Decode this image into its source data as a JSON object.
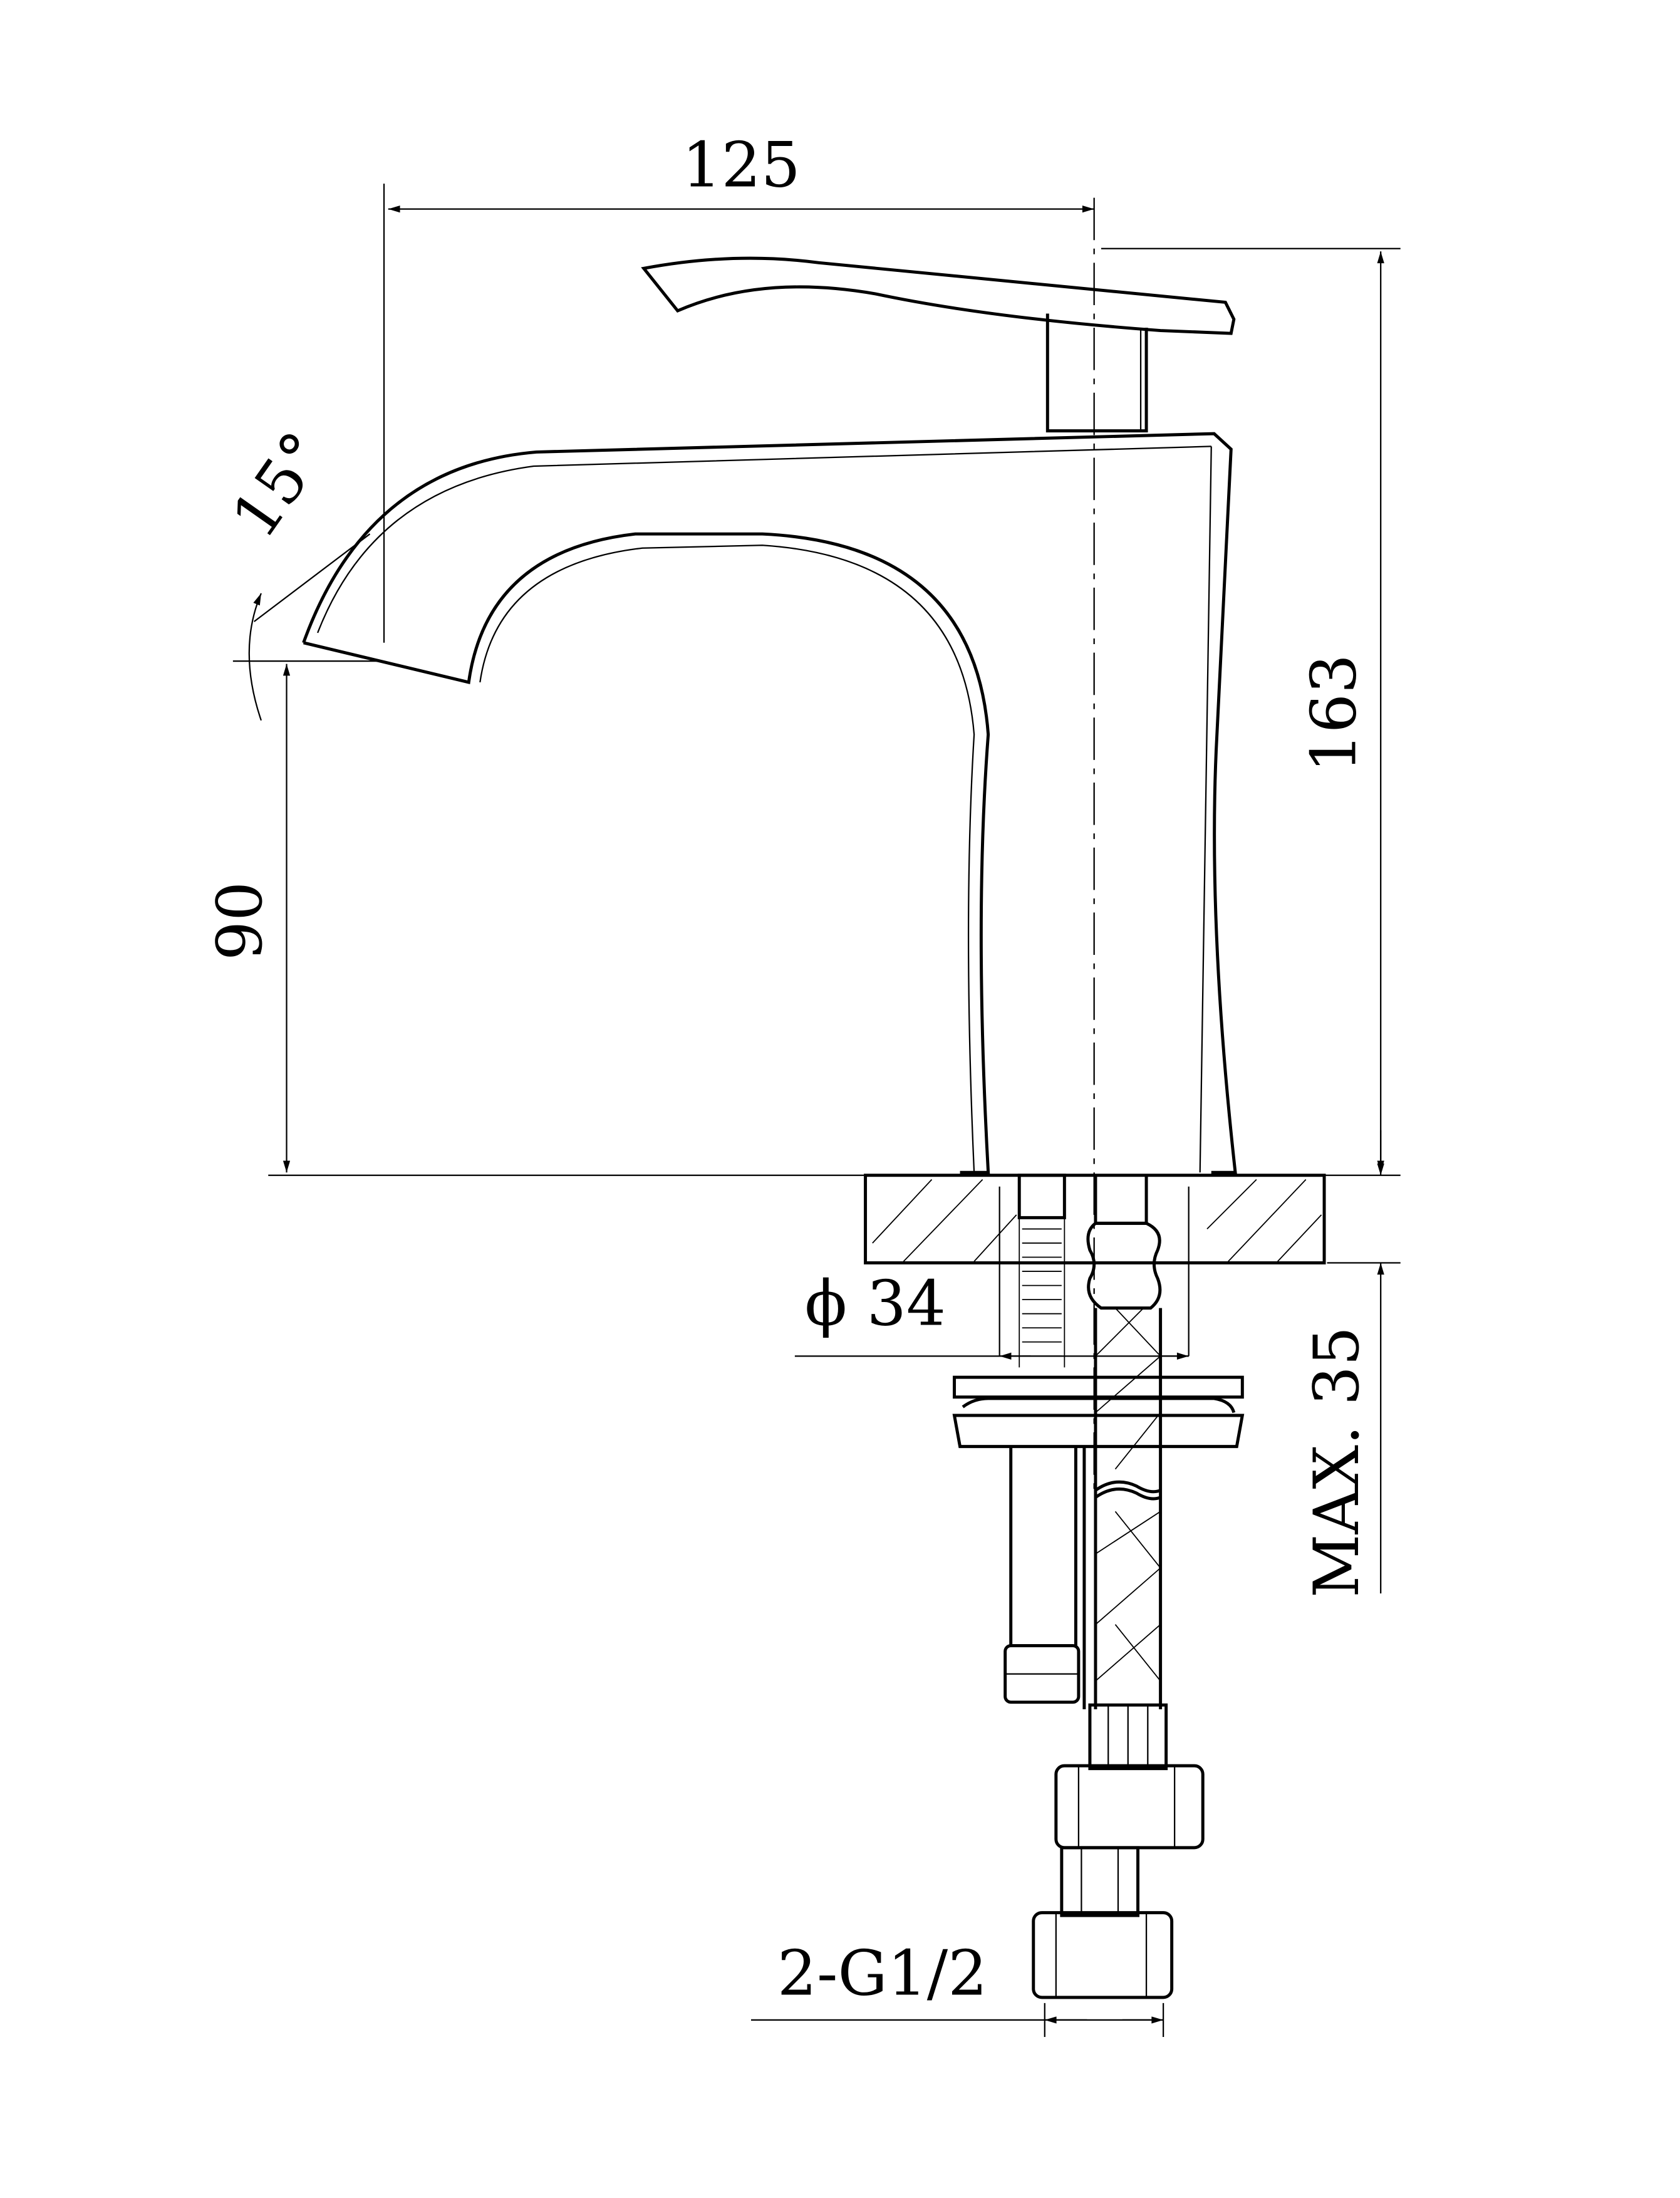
{
  "drawing": {
    "title": "Basin faucet dimension drawing",
    "dimensions": {
      "spout_reach": "125",
      "total_height": "163",
      "spout_height": "90",
      "spout_angle": "15°",
      "hole_diameter": "ϕ 34",
      "max_deck_thickness": "MAX. 35",
      "connection": "2-G1/2"
    },
    "colors": {
      "line": "#000000",
      "background": "#ffffff"
    }
  }
}
